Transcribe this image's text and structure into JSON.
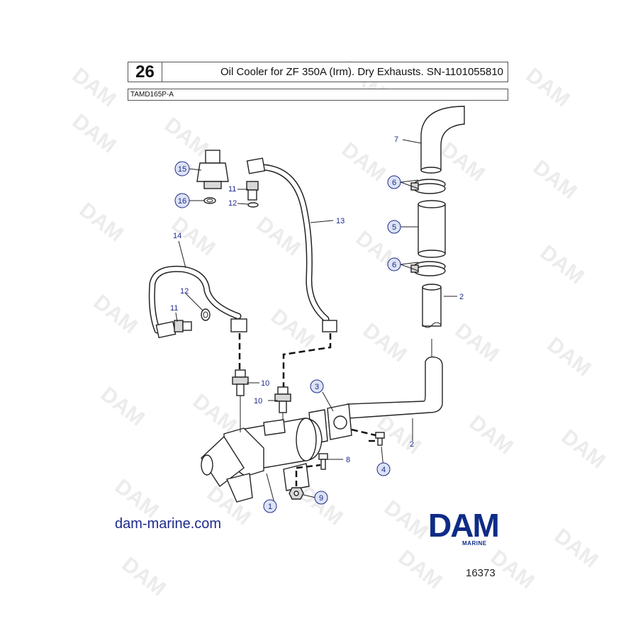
{
  "header": {
    "page_number": "26",
    "title": "Oil Cooler for ZF 350A (Irm). Dry Exhausts. SN-1101055810",
    "model": "TAMD165P-A"
  },
  "watermark": "DAM",
  "footer": {
    "site_link": "dam-marine.com",
    "brand_name": "DAM",
    "brand_sub": "MARINE",
    "figure_number": "16373"
  },
  "colors": {
    "label": "#1f2a8c",
    "brand": "#0e2c86",
    "watermark": "#ececec"
  },
  "callouts": [
    {
      "num": "1",
      "circled": true
    },
    {
      "num": "2",
      "circled": false
    },
    {
      "num": "2",
      "circled": false
    },
    {
      "num": "3",
      "circled": true
    },
    {
      "num": "4",
      "circled": true
    },
    {
      "num": "5",
      "circled": true
    },
    {
      "num": "6",
      "circled": true
    },
    {
      "num": "6",
      "circled": true
    },
    {
      "num": "7",
      "circled": false
    },
    {
      "num": "8",
      "circled": false
    },
    {
      "num": "9",
      "circled": true
    },
    {
      "num": "10",
      "circled": false
    },
    {
      "num": "10",
      "circled": false
    },
    {
      "num": "11",
      "circled": false
    },
    {
      "num": "11",
      "circled": false
    },
    {
      "num": "12",
      "circled": false
    },
    {
      "num": "12",
      "circled": false
    },
    {
      "num": "13",
      "circled": false
    },
    {
      "num": "14",
      "circled": false
    },
    {
      "num": "15",
      "circled": true
    },
    {
      "num": "16",
      "circled": true
    }
  ]
}
